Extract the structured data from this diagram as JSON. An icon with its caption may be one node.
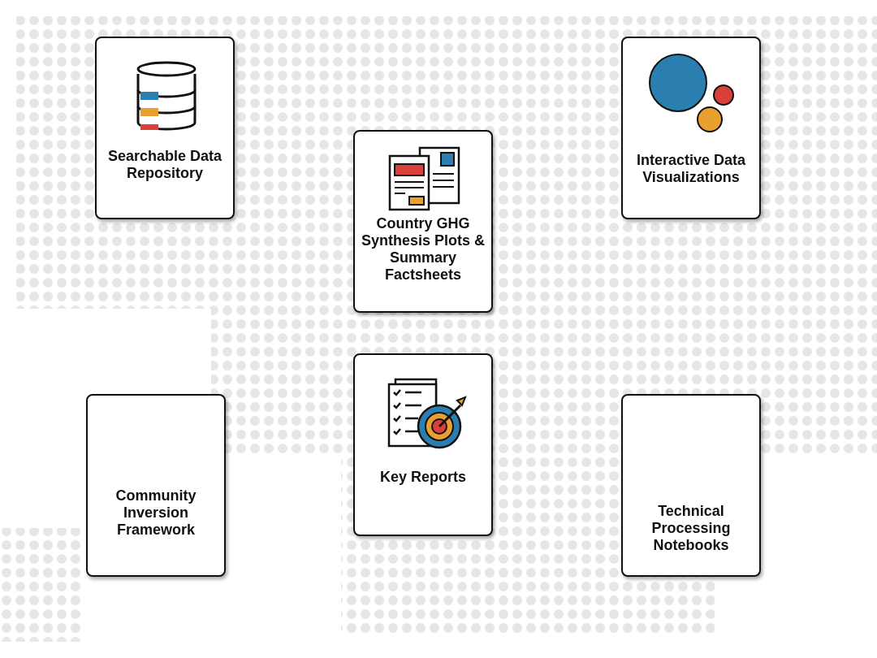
{
  "diagram": {
    "nodes": [
      {
        "text": [
          "Searchable Data Repository"
        ]
      },
      {
        "text": [
          "Interactive Data Visualizations"
        ]
      },
      {
        "text": [
          "Country GHG Synthesis Plots & Summary Factsheets"
        ]
      },
      {
        "text": [
          "Key Reports"
        ]
      },
      {
        "text": [
          "Community Inversion Framework"
        ]
      },
      {
        "text": [
          "Technical Processing Notebooks"
        ]
      }
    ]
  }
}
